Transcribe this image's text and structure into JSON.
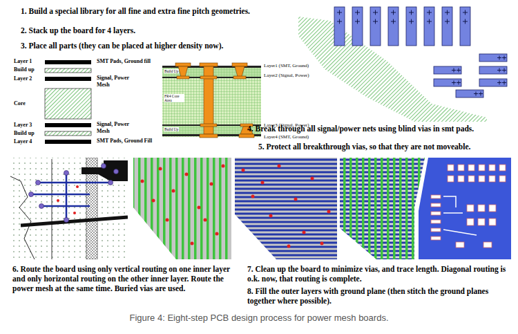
{
  "diagram": {
    "caption": "Figure 4: Eight-step PCB design process for power mesh boards.",
    "labels": [
      "1. Build a special library for all fine and extra fine pitch geometries.",
      "2. Stack up the board for 4 layers.",
      "3. Place all parts (they can be placed at higher density now).",
      "Layer 1",
      "SMT Pads, Ground fill",
      "Build up",
      "Layer 2",
      "Signal, Power Mesh",
      "Core",
      "Layer 3",
      "Signal, Power Mesh",
      "Build up",
      "Layer 4",
      "SMT Pads, Ground Fill",
      "Build Up",
      "FR4 Core Area",
      "Build Up",
      "Layer1 (SMT, Ground)",
      "Layer2 (Signal, Power)",
      "Layer3 (Signal, Power)",
      "Layer4 (SMT, Ground)",
      "4. Break through all signal/power nets using blind vias in smt pads.",
      "5. Protect all breakthrough vias, so that they are not moveable.",
      "6. Route the board using only vertical routing on one inner layer and only horizontal routing on the other inner layer. Route the power mesh at the same time. Buried vias are used.",
      "7. Clean up the board to minimize vias, and trace length. Diagonal routing is o.k. now, that routing is complete.",
      "8. Fill the outer layers with ground plane (then stitch the ground planes together where possible)."
    ]
  }
}
